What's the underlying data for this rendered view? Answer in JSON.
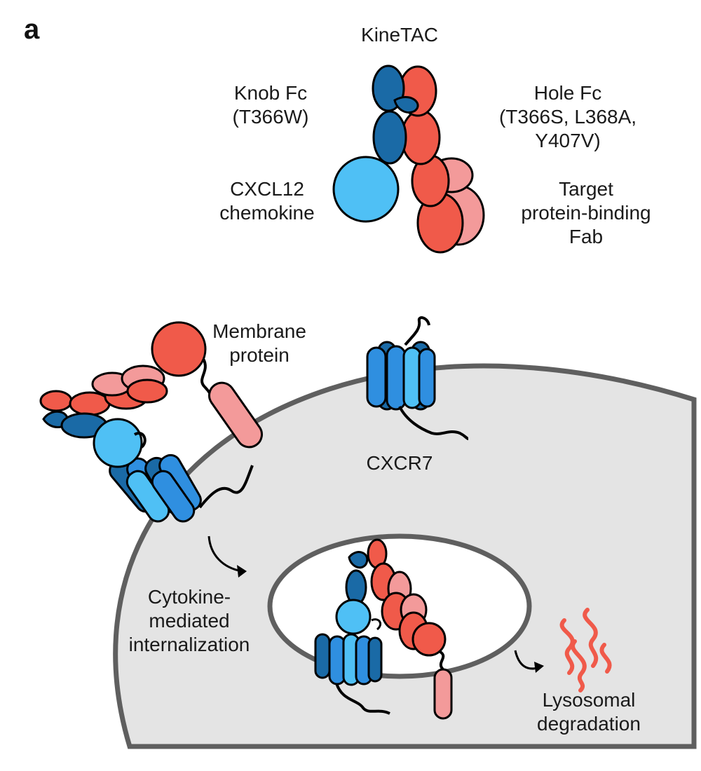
{
  "panel_letter": "a",
  "title": "KineTAC",
  "labels": {
    "knob_line1": "Knob Fc",
    "knob_line2": "(T366W)",
    "hole_line1": "Hole Fc",
    "hole_line2": "(T366S, L368A,",
    "hole_line3": "Y407V)",
    "cxcl_line1": "CXCL12",
    "cxcl_line2": "chemokine",
    "target_line1": "Target",
    "target_line2": "protein-binding",
    "target_line3": "Fab",
    "membrane_line1": "Membrane",
    "membrane_line2": "protein",
    "cxcr7": "CXCR7",
    "intern_line1": "Cytokine-",
    "intern_line2": "mediated",
    "intern_line3": "internalization",
    "lyso_line1": "Lysosomal",
    "lyso_line2": "degradation"
  },
  "colors": {
    "dark_blue": "#1a6aa6",
    "mid_blue": "#2f8fe0",
    "light_blue": "#4fc0f5",
    "red": "#f05a4a",
    "pink": "#f39a9a",
    "cell_fill": "#e4e4e4",
    "cell_stroke": "#5f5f5f"
  }
}
